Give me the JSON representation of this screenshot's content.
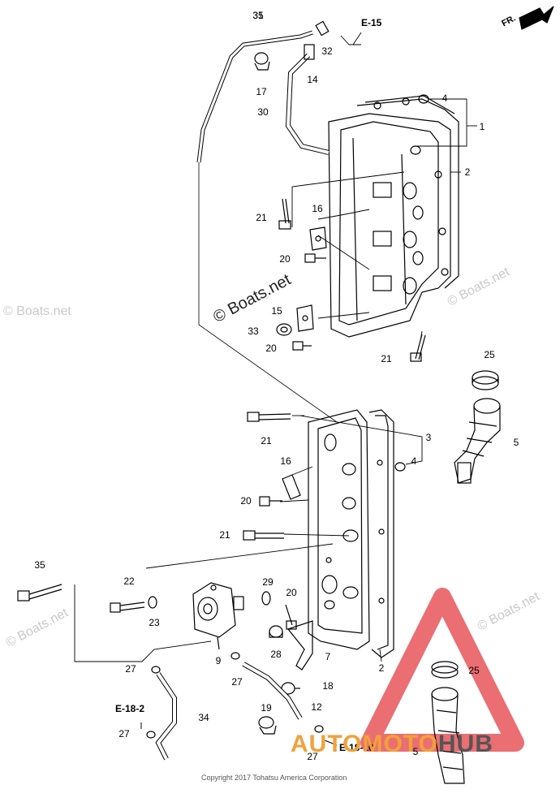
{
  "labels": [
    {
      "id": "1",
      "text": "1"
    },
    {
      "id": "2a",
      "text": "2"
    },
    {
      "id": "2b",
      "text": "2"
    },
    {
      "id": "3",
      "text": "3"
    },
    {
      "id": "4a",
      "text": "4"
    },
    {
      "id": "4b",
      "text": "4"
    },
    {
      "id": "5a",
      "text": "5"
    },
    {
      "id": "5b",
      "text": "5"
    },
    {
      "id": "7",
      "text": "7"
    },
    {
      "id": "9",
      "text": "9"
    },
    {
      "id": "12",
      "text": "12"
    },
    {
      "id": "14",
      "text": "14"
    },
    {
      "id": "15",
      "text": "15"
    },
    {
      "id": "16a",
      "text": "16"
    },
    {
      "id": "16b",
      "text": "16"
    },
    {
      "id": "17",
      "text": "17"
    },
    {
      "id": "18",
      "text": "18"
    },
    {
      "id": "19",
      "text": "19"
    },
    {
      "id": "20a",
      "text": "20"
    },
    {
      "id": "20b",
      "text": "20"
    },
    {
      "id": "20c",
      "text": "20"
    },
    {
      "id": "20d",
      "text": "20"
    },
    {
      "id": "21a",
      "text": "21"
    },
    {
      "id": "21b",
      "text": "21"
    },
    {
      "id": "21c",
      "text": "21"
    },
    {
      "id": "21d",
      "text": "21"
    },
    {
      "id": "22",
      "text": "22"
    },
    {
      "id": "23",
      "text": "23"
    },
    {
      "id": "25a",
      "text": "25"
    },
    {
      "id": "25b",
      "text": "25"
    },
    {
      "id": "27a",
      "text": "27"
    },
    {
      "id": "27b",
      "text": "27"
    },
    {
      "id": "27c",
      "text": "27"
    },
    {
      "id": "27d",
      "text": "27"
    },
    {
      "id": "28",
      "text": "28"
    },
    {
      "id": "29",
      "text": "29"
    },
    {
      "id": "30",
      "text": "30"
    },
    {
      "id": "31",
      "text": "31"
    },
    {
      "id": "32",
      "text": "32"
    },
    {
      "id": "33",
      "text": "33"
    },
    {
      "id": "34",
      "text": "34"
    },
    {
      "id": "35",
      "text": "35"
    }
  ],
  "refs": {
    "e15": "E-15",
    "e182": "E-18-2",
    "e1810": "E-18-10"
  },
  "front_marker": "FR.",
  "watermark_main": "© Boats.net",
  "watermark_faint": "© Boats.net",
  "copyright": "Copyright 2017 Tohatsu America Corporation",
  "logo": {
    "part1": "AUTO",
    "part2": "MOTO",
    "part3": "HUB"
  },
  "colors": {
    "line": "#000000",
    "logo_triangle": "#e8555a",
    "logo_orange": "#f0a23a"
  }
}
